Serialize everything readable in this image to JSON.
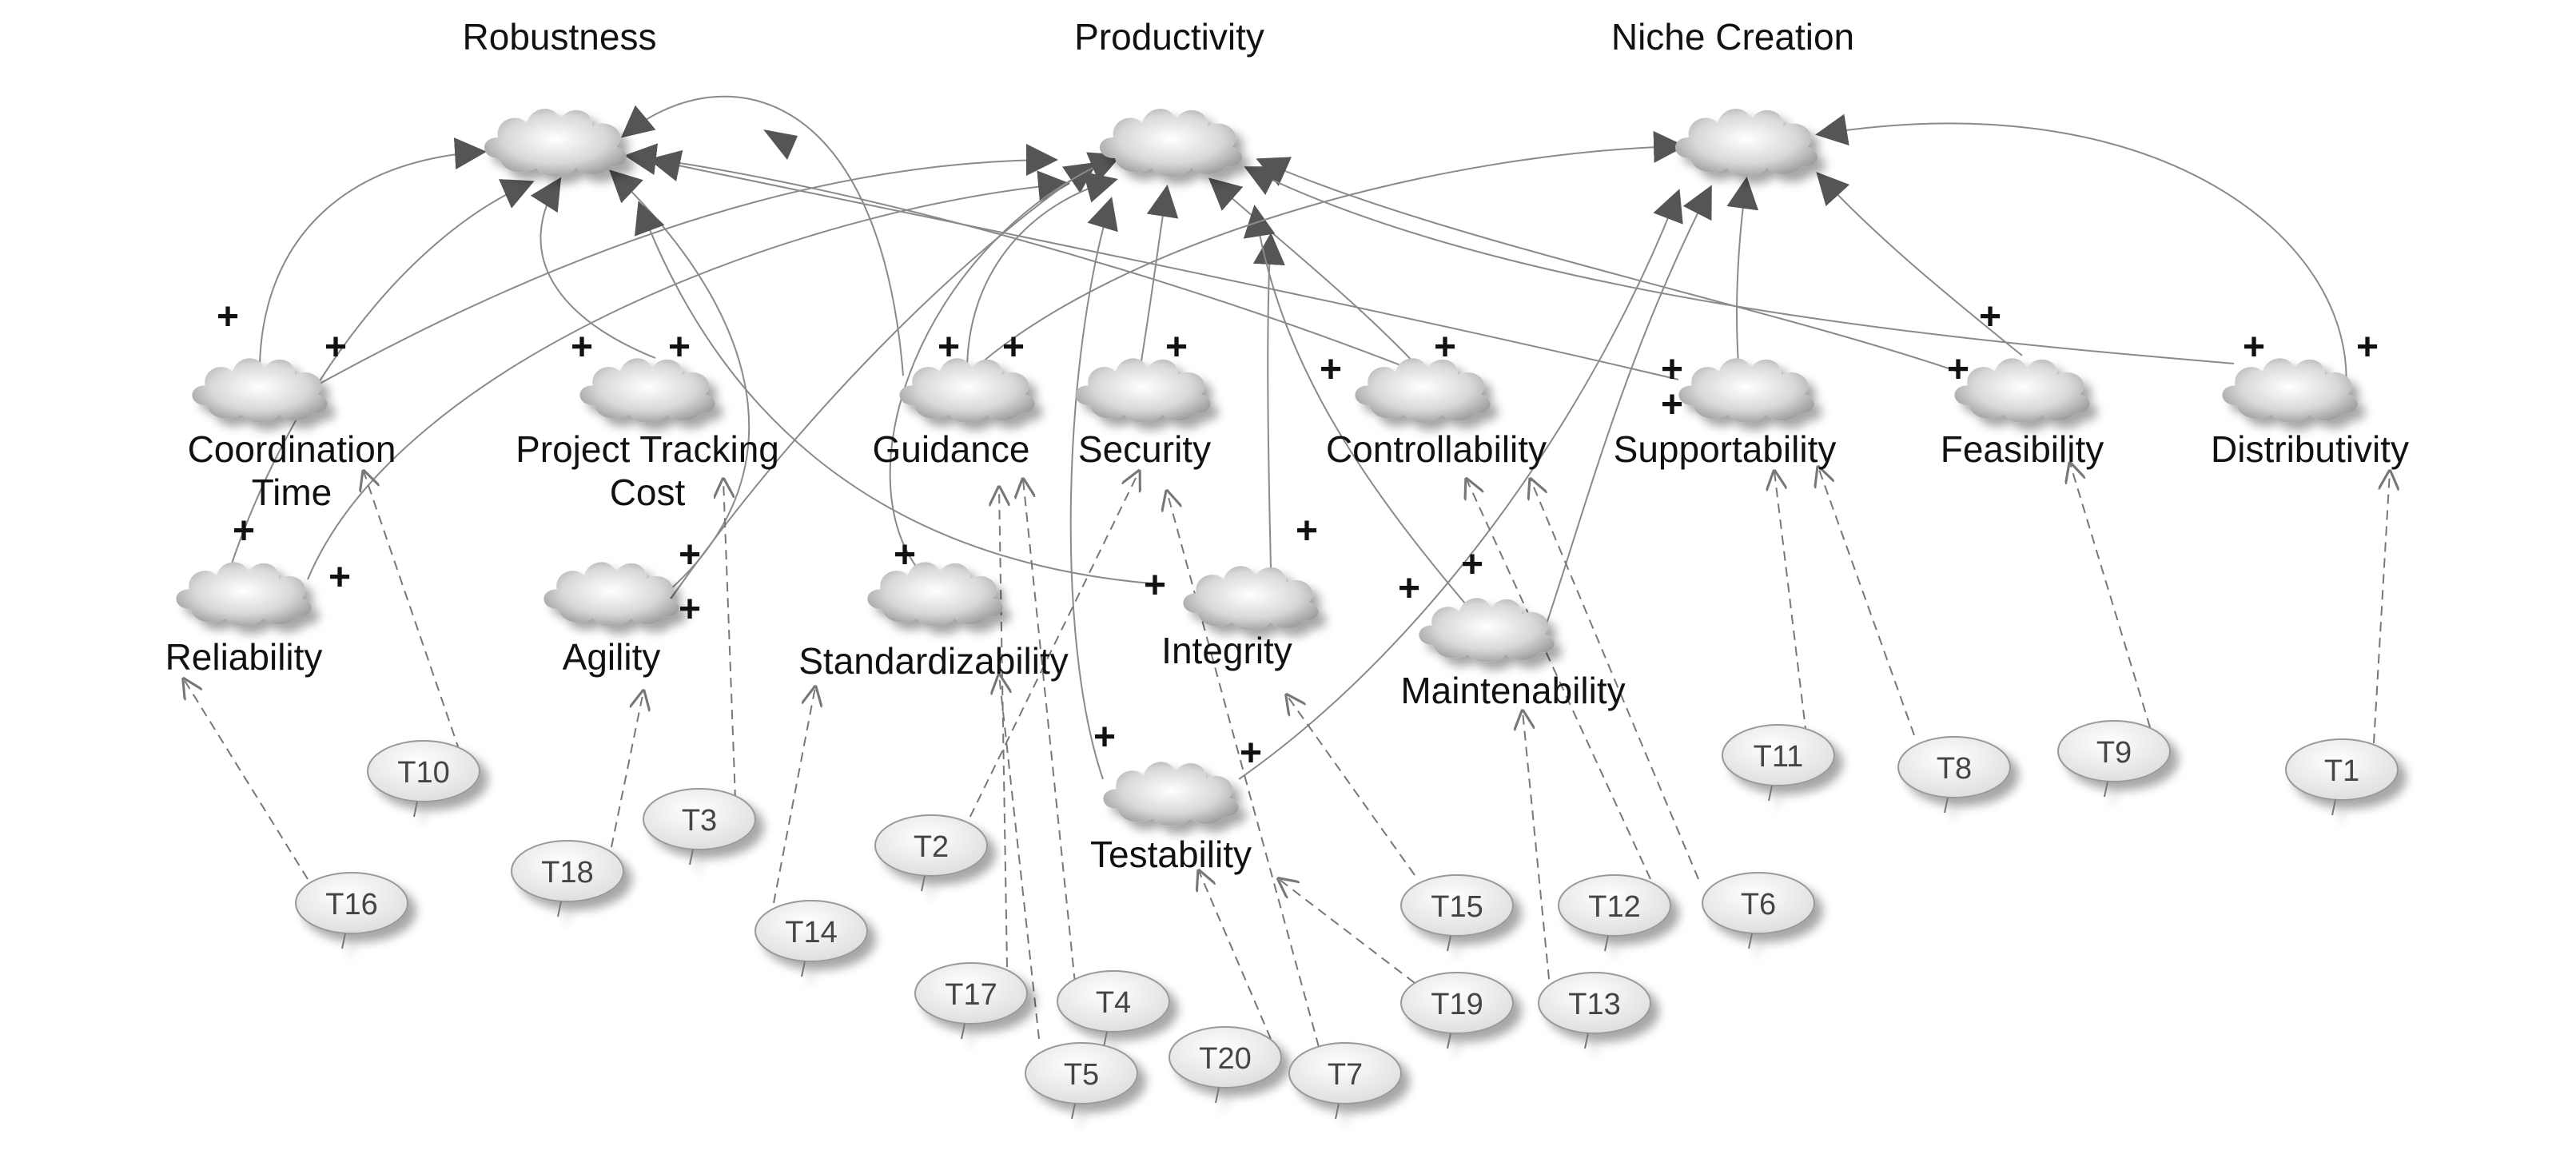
{
  "titles": {
    "robustness": "Robustness",
    "productivity": "Productivity",
    "niche_creation": "Niche Creation"
  },
  "softgoals": {
    "coordination_time": [
      "Coordination",
      "Time"
    ],
    "project_tracking_cost": [
      "Project Tracking",
      "Cost"
    ],
    "guidance": "Guidance",
    "security": "Security",
    "controllability": "Controllability",
    "supportability": "Supportability",
    "feasibility": "Feasibility",
    "distributivity": "Distributivity",
    "reliability": "Reliability",
    "agility": "Agility",
    "standardizability": "Standardizability",
    "integrity": "Integrity",
    "maintenability": "Maintenability",
    "testability": "Testability"
  },
  "contribution": "+",
  "tasks": {
    "t1": "T1",
    "t2": "T2",
    "t3": "T3",
    "t4": "T4",
    "t5": "T5",
    "t6": "T6",
    "t7": "T7",
    "t8": "T8",
    "t9": "T9",
    "t10": "T10",
    "t11": "T11",
    "t12": "T12",
    "t13": "T13",
    "t14": "T14",
    "t15": "T15",
    "t16": "T16",
    "t17": "T17",
    "t18": "T18",
    "t19": "T19",
    "t20": "T20"
  },
  "colors": {
    "cloud_fill": "#dddddd",
    "arrowhead": "#555555",
    "line": "#8a8a8a"
  }
}
